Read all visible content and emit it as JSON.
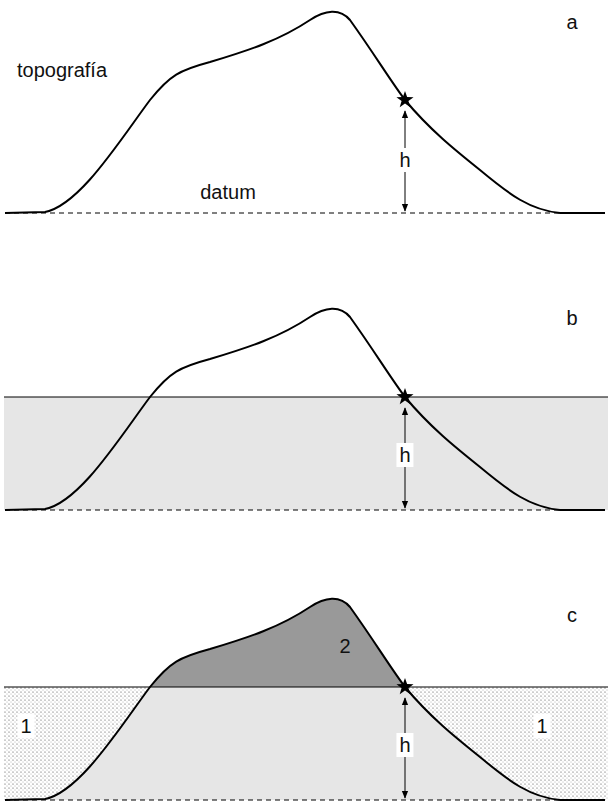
{
  "diagram": {
    "labels": [
      "topografía",
      "a",
      "datum",
      "h",
      "b",
      "h",
      "c",
      "2",
      "1",
      "1",
      "h"
    ]
  }
}
